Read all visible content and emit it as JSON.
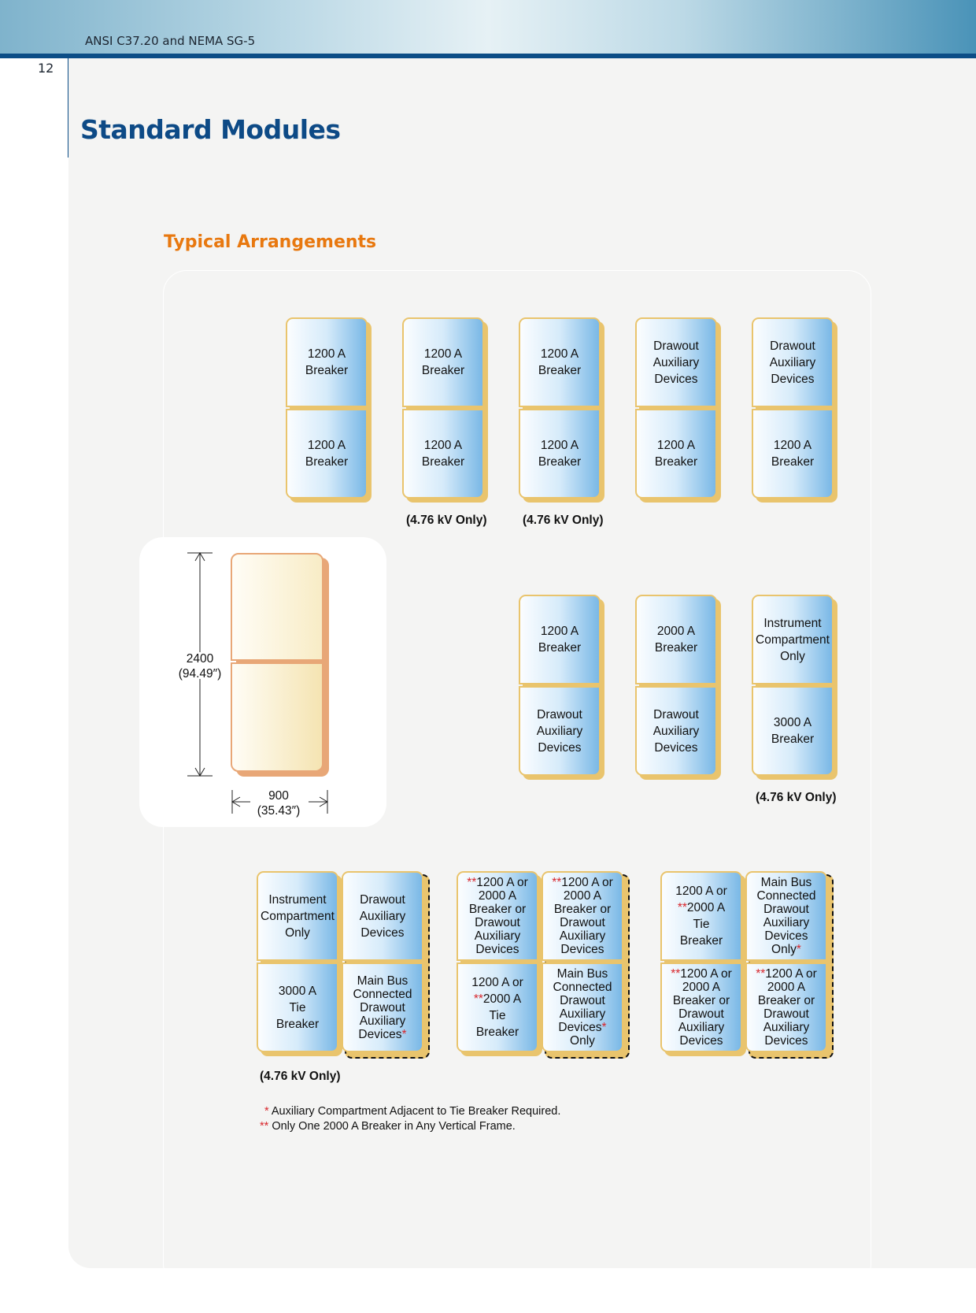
{
  "header": {
    "doc_title": "ANSI C37.20 and NEMA SG-5",
    "page_number": "12"
  },
  "section_title": "Standard Modules",
  "subtitle": "Typical Arrangements",
  "dimension": {
    "height": "2400\n(94.49″)",
    "width": "900\n(35.43″)"
  },
  "row1": [
    {
      "top": "1200 A\nBreaker",
      "bottom": "1200 A\nBreaker"
    },
    {
      "top": "1200 A\nBreaker",
      "bottom": "1200 A\nBreaker",
      "note": "(4.76 kV Only)"
    },
    {
      "top": "1200 A\nBreaker",
      "bottom": "1200 A\nBreaker",
      "note": "(4.76 kV Only)"
    },
    {
      "top": "Drawout\nAuxiliary\nDevices",
      "bottom": "1200 A\nBreaker"
    },
    {
      "top": "Drawout\nAuxiliary\nDevices",
      "bottom": "1200 A\nBreaker"
    }
  ],
  "row2": [
    {
      "top": "1200 A\nBreaker",
      "bottom": "Drawout\nAuxiliary\nDevices"
    },
    {
      "top": "2000 A\nBreaker",
      "bottom": "Drawout\nAuxiliary\nDevices"
    },
    {
      "top": "Instrument\nCompartment\nOnly",
      "bottom": "3000 A\nBreaker",
      "note": "(4.76 kV Only)"
    }
  ],
  "row3": {
    "g1": {
      "left_top": "Instrument\nCompartment\nOnly",
      "left_bottom": "3000 A\nTie\nBreaker",
      "right_top": "Drawout\nAuxiliary\nDevices",
      "right_bottom": "Main Bus\nConnected\nDrawout\nAuxiliary\nDevices",
      "note": "(4.76 kV Only)"
    },
    "g2": {
      "left_top": "1200 A or\n2000 A\nBreaker or\nDrawout\nAuxiliary\nDevices",
      "left_bottom_a": "1200 A or\n",
      "left_bottom_b": "2000 A\nTie\nBreaker",
      "right_top": "1200 A or\n2000 A\nBreaker or\nDrawout\nAuxiliary\nDevices",
      "right_bottom_a": "Main Bus\nConnected\nDrawout\nAuxiliary\nDevices",
      "right_bottom_b": "\nOnly"
    },
    "g3": {
      "left_top_a": "1200 A or\n",
      "left_top_b": "2000 A\nTie\nBreaker",
      "left_bottom": "1200 A or\n2000 A\nBreaker or\nDrawout\nAuxiliary\nDevices",
      "right_top_a": "Main Bus\nConnected\nDrawout\nAuxiliary\nDevices\nOnly",
      "right_bottom": "1200 A or\n2000 A\nBreaker or\nDrawout\nAuxiliary\nDevices"
    }
  },
  "marks": {
    "single": "*",
    "double": "**"
  },
  "footnotes": [
    {
      "mark": "*",
      "text": " Auxiliary Compartment Adjacent to Tie Breaker Required."
    },
    {
      "mark": "**",
      "text": " Only One 2000 A Breaker in Any Vertical Frame."
    }
  ],
  "colors": {
    "brand_blue": "#0d4a86",
    "accent_orange": "#e8780f",
    "module_border": "#e9c46d",
    "star_red": "#d8262c"
  }
}
